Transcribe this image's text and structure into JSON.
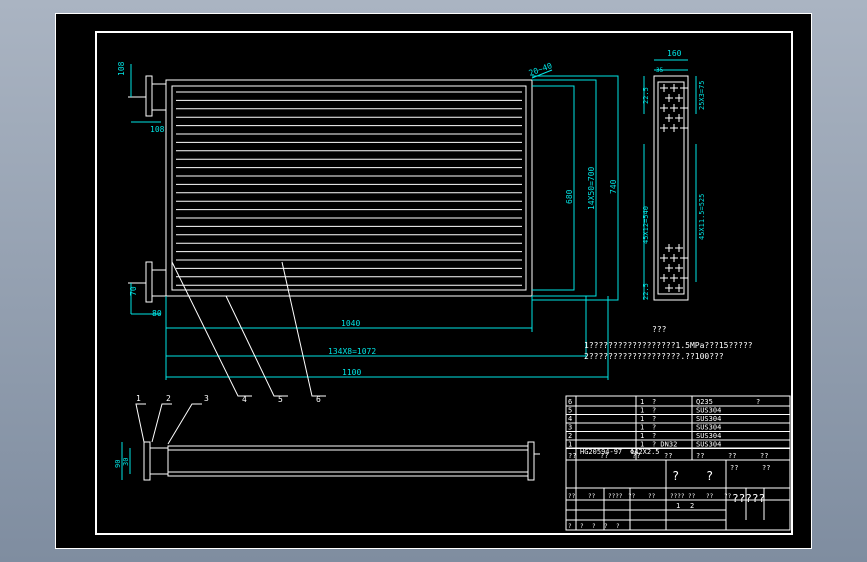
{
  "drawing": {
    "dims": {
      "d108a": "108",
      "d108b": "108",
      "d20": "20~40",
      "d70": "70",
      "d80": "80",
      "d1040": "1040",
      "d1072": "134X8=1072",
      "d1100": "1100",
      "d680": "680",
      "d700": "14X50=700",
      "d740": "740",
      "d160": "160",
      "d35": "35",
      "d25": "25X3=75",
      "d22": "22.5",
      "d45": "45X12=540",
      "d525": "45X11.5=525",
      "d22b": "22.5",
      "d90": "90",
      "d30": "30"
    },
    "callouts": [
      "1",
      "2",
      "3",
      "4",
      "5",
      "6"
    ],
    "notes": {
      "heading": "???",
      "line1": "1??????????????????1.5MPa???15?????",
      "line2": "2???????????????????.??100???"
    }
  },
  "title_block": {
    "parts": [
      {
        "n": "6",
        "q": "1",
        "name": "?",
        "mat": "Q235",
        "r": "?"
      },
      {
        "n": "5",
        "q": "1",
        "name": "?",
        "mat": "SUS304",
        "r": ""
      },
      {
        "n": "4",
        "q": "1",
        "name": "?",
        "mat": "SUS304",
        "r": ""
      },
      {
        "n": "3",
        "q": "1",
        "name": "?",
        "mat": "SUS304",
        "r": ""
      },
      {
        "n": "2",
        "q": "1",
        "name": "?",
        "mat": "SUS304",
        "r": ""
      },
      {
        "n": "1",
        "q": "1",
        "name": "?  DN32",
        "mat": "SUS304",
        "r": ""
      }
    ],
    "spec1": "Φ42X2.5",
    "spec2": "HG20594-97",
    "hdr": [
      "??",
      "??",
      "??",
      "??",
      "??",
      "??",
      "??"
    ],
    "big1": "?",
    "big2": "?",
    "title": "?????",
    "mark1": "??",
    "mark2": "??",
    "sig": [
      "??",
      "??",
      "????",
      "??",
      "??"
    ],
    "scale": [
      "????",
      "??",
      "??",
      "??"
    ],
    "sheet": [
      "1",
      "2"
    ],
    "sheet_lbl": [
      "?",
      "?",
      "?",
      "?",
      "?"
    ]
  }
}
